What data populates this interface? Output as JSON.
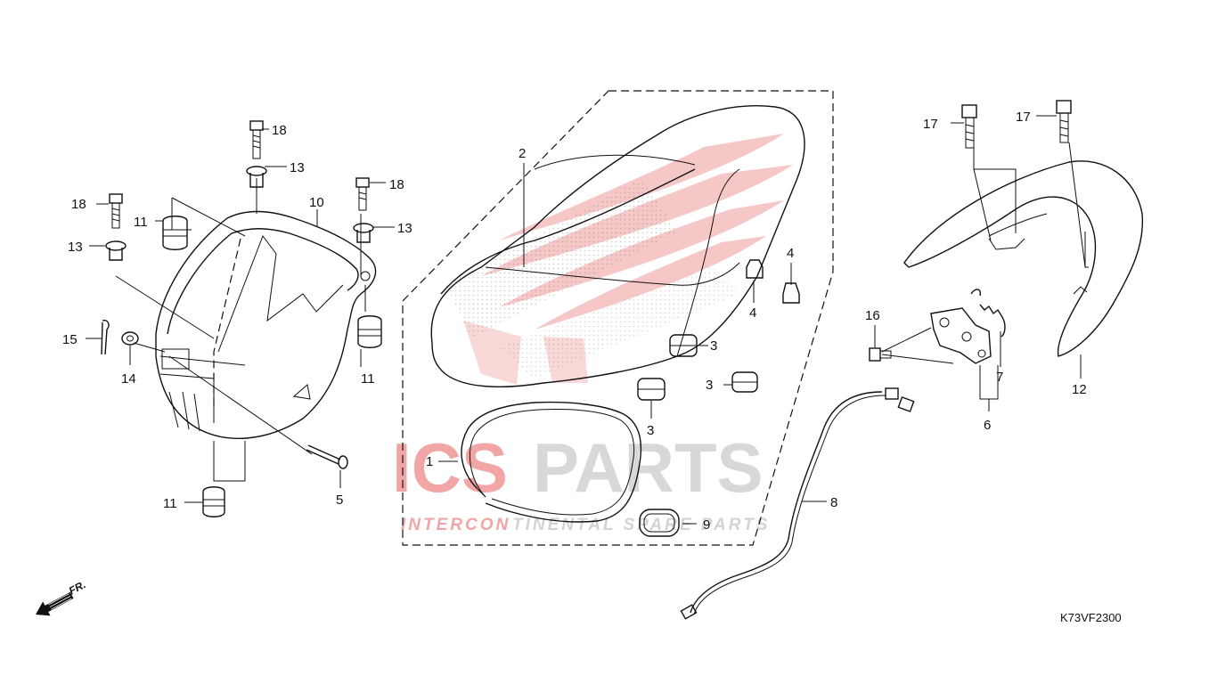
{
  "diagram_code": "K73VF2300",
  "direction_label": "FR.",
  "watermark": {
    "brand_red": "ICS",
    "brand_gray": "PARTS",
    "tagline_red": "INTERCON",
    "tagline_gray": "TINENTAL SPARE PARTS",
    "red": "#e23a3a",
    "gray": "#cfcfcf"
  },
  "callouts": {
    "c1": "1",
    "c2": "2",
    "c3a": "3",
    "c3b": "3",
    "c3c": "3",
    "c4a": "4",
    "c4b": "4",
    "c5": "5",
    "c6": "6",
    "c7": "7",
    "c8": "8",
    "c9": "9",
    "c10": "10",
    "c11a": "11",
    "c11b": "11",
    "c11c": "11",
    "c12": "12",
    "c13a": "13",
    "c13b": "13",
    "c13c": "13",
    "c14": "14",
    "c15": "15",
    "c16": "16",
    "c17a": "17",
    "c17b": "17",
    "c18a": "18",
    "c18b": "18"
  }
}
